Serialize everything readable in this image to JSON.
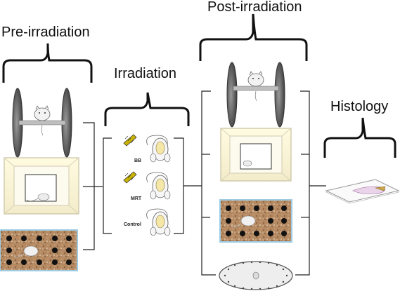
{
  "stages": {
    "pre": "Pre-irradiation",
    "irradiation": "Irradiation",
    "post": "Post-irradiation",
    "histology": "Histology"
  },
  "groups": [
    "BB",
    "MRT",
    "Control"
  ]
}
